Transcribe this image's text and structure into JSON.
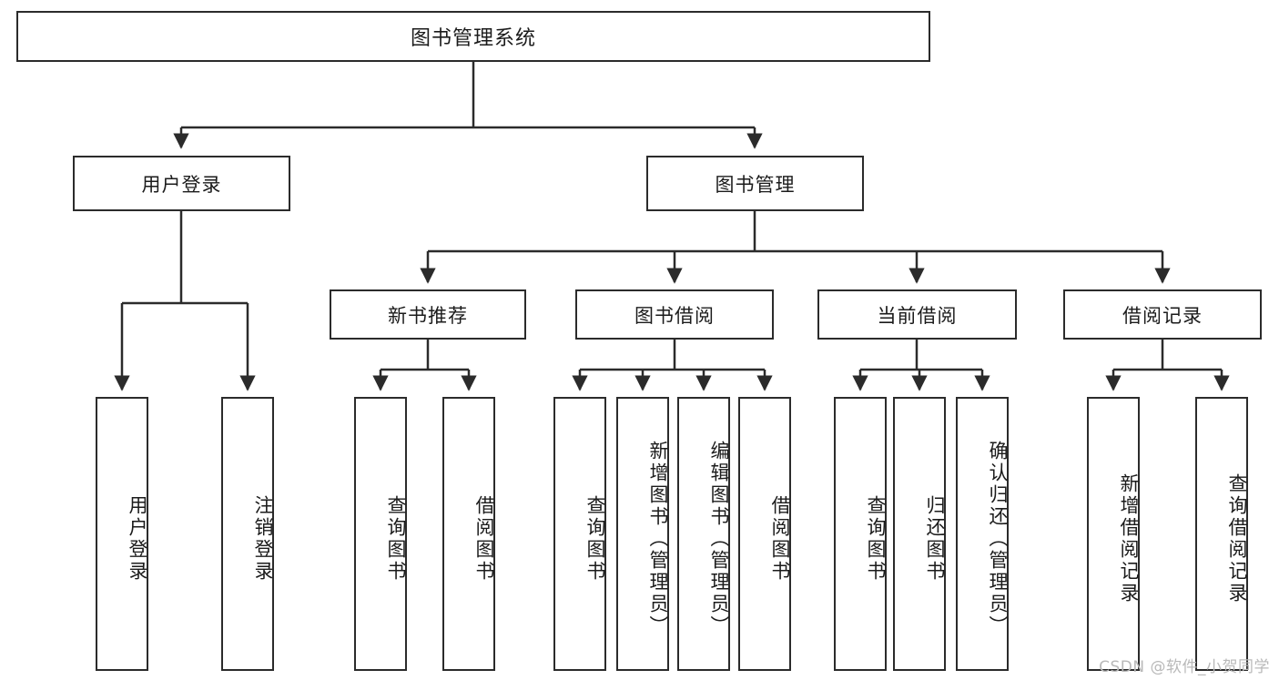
{
  "diagram": {
    "title": "图书管理系统",
    "type": "tree-hierarchy",
    "watermark": "CSDN @软件_小贺同学",
    "root": {
      "label": "图书管理系统"
    },
    "level2": [
      {
        "label": "用户登录"
      },
      {
        "label": "图书管理"
      }
    ],
    "level3": [
      {
        "label": "新书推荐"
      },
      {
        "label": "图书借阅"
      },
      {
        "label": "当前借阅"
      },
      {
        "label": "借阅记录"
      }
    ],
    "leaves": {
      "user_login": [
        {
          "label": "用户登录"
        },
        {
          "label": "注销登录"
        }
      ],
      "new_book_recommend": [
        {
          "label": "查询图书"
        },
        {
          "label": "借阅图书"
        }
      ],
      "book_borrow": [
        {
          "label": "查询图书"
        },
        {
          "label": "新增图书（管理员）"
        },
        {
          "label": "编辑图书（管理员）"
        },
        {
          "label": "借阅图书"
        }
      ],
      "current_borrow": [
        {
          "label": "查询图书"
        },
        {
          "label": "归还图书"
        },
        {
          "label": "确认归还（管理员）"
        }
      ],
      "borrow_record": [
        {
          "label": "新增借阅记录"
        },
        {
          "label": "查询借阅记录"
        }
      ]
    },
    "colors": {
      "stroke": "#2b2b2b",
      "fill": "#ffffff",
      "text": "#1b1b1b",
      "watermark": "#b9b9b9"
    }
  }
}
